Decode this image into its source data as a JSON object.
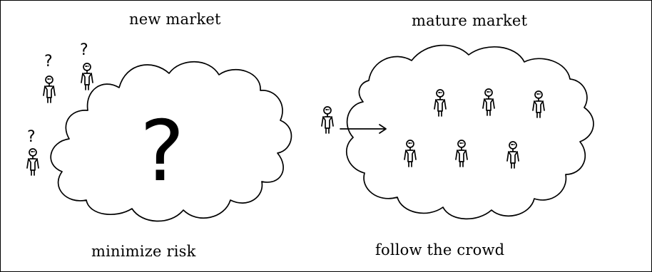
{
  "titles": {
    "left": "new market",
    "right": "mature market"
  },
  "captions": {
    "left": "minimize risk",
    "right": "follow the crowd"
  },
  "marks": {
    "question": "?"
  }
}
